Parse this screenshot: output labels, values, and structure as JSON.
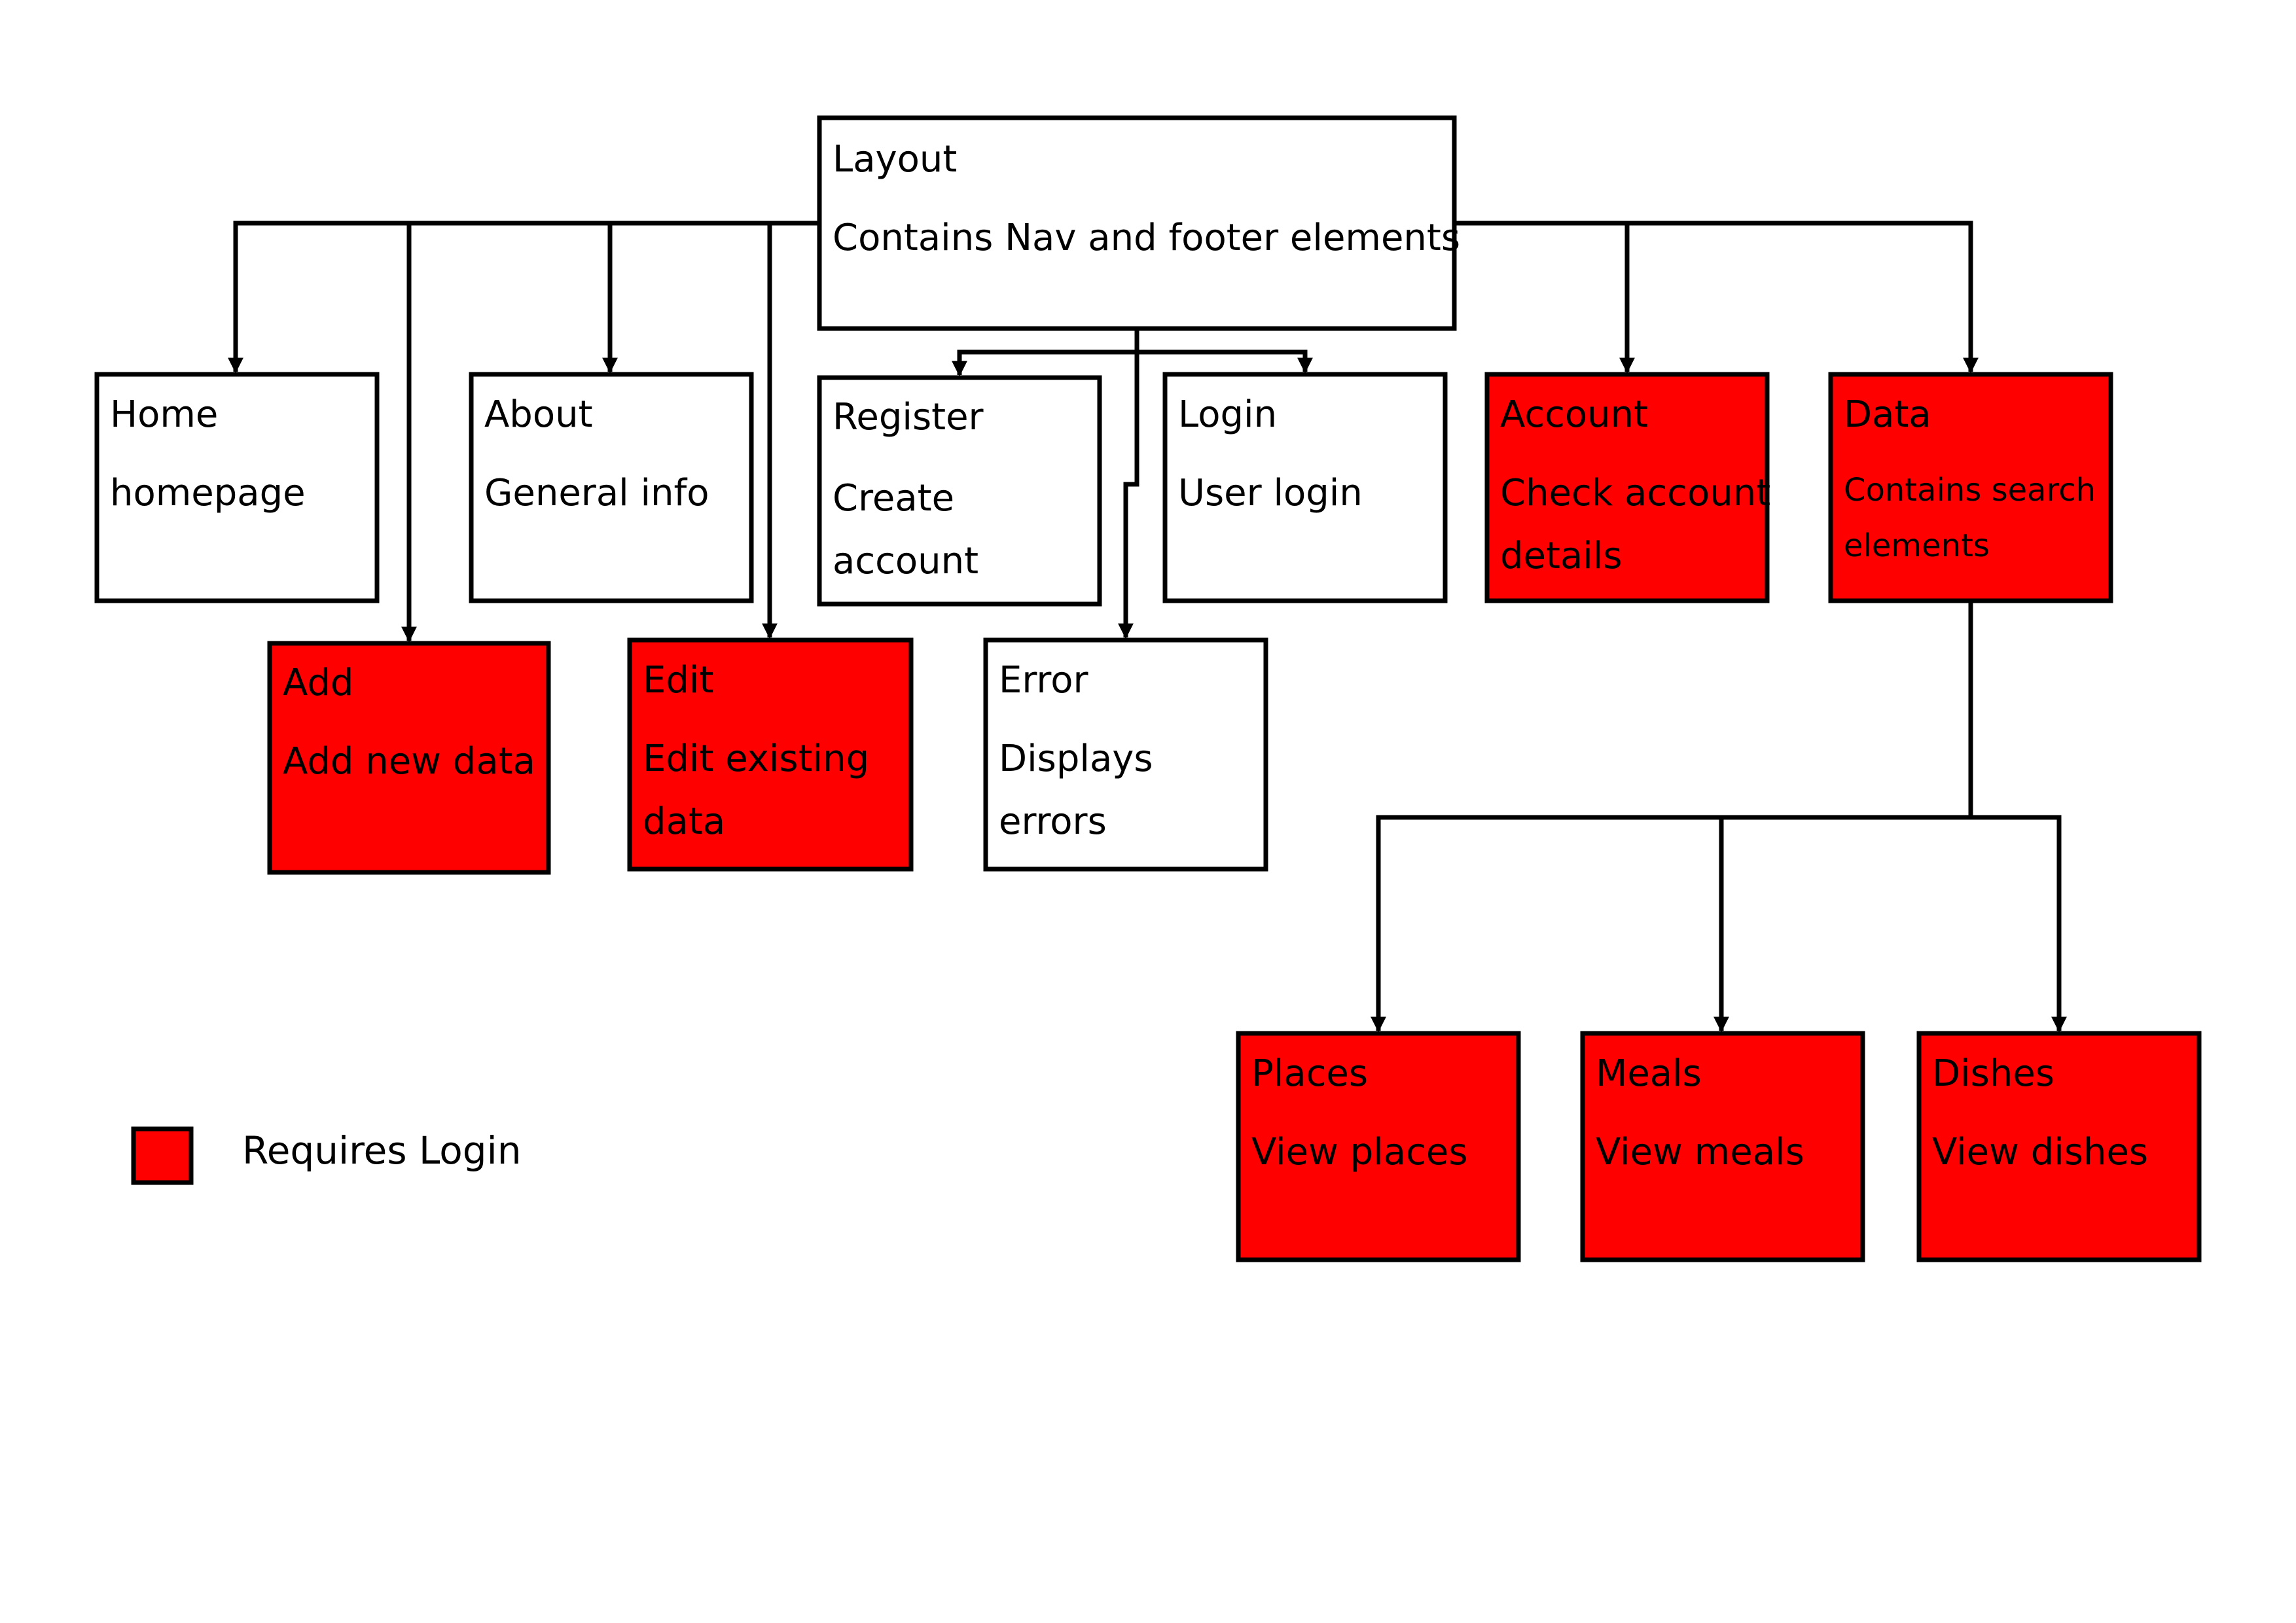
{
  "colors": {
    "requires_login": "#ff0000",
    "public": "#ffffff",
    "line": "#000000"
  },
  "nodes": {
    "layout": {
      "title": "Layout",
      "desc": [
        "Contains Nav and footer elements"
      ],
      "requires_login": false
    },
    "home": {
      "title": "Home",
      "desc": [
        "homepage"
      ],
      "requires_login": false
    },
    "about": {
      "title": "About",
      "desc": [
        "General info"
      ],
      "requires_login": false
    },
    "register": {
      "title": "Register",
      "desc": [
        "Create",
        "account"
      ],
      "requires_login": false
    },
    "login": {
      "title": "Login",
      "desc": [
        "User login"
      ],
      "requires_login": false
    },
    "account": {
      "title": "Account",
      "desc": [
        "Check account",
        "details"
      ],
      "requires_login": true
    },
    "data": {
      "title": "Data",
      "desc": [
        "Contains search",
        "elements"
      ],
      "requires_login": true
    },
    "add": {
      "title": "Add",
      "desc": [
        "Add new data"
      ],
      "requires_login": true
    },
    "edit": {
      "title": "Edit",
      "desc": [
        "Edit existing",
        "data"
      ],
      "requires_login": true
    },
    "error": {
      "title": "Error",
      "desc": [
        "Displays",
        "errors"
      ],
      "requires_login": false
    },
    "places": {
      "title": "Places",
      "desc": [
        "View places"
      ],
      "requires_login": true
    },
    "meals": {
      "title": "Meals",
      "desc": [
        "View meals"
      ],
      "requires_login": true
    },
    "dishes": {
      "title": "Dishes",
      "desc": [
        "View dishes"
      ],
      "requires_login": true
    }
  },
  "edges": [
    {
      "from": "layout",
      "to": "home"
    },
    {
      "from": "layout",
      "to": "add"
    },
    {
      "from": "layout",
      "to": "about"
    },
    {
      "from": "layout",
      "to": "edit"
    },
    {
      "from": "layout",
      "to": "register"
    },
    {
      "from": "layout",
      "to": "login"
    },
    {
      "from": "layout",
      "to": "error"
    },
    {
      "from": "layout",
      "to": "account"
    },
    {
      "from": "layout",
      "to": "data"
    },
    {
      "from": "data",
      "to": "places"
    },
    {
      "from": "data",
      "to": "meals"
    },
    {
      "from": "data",
      "to": "dishes"
    }
  ],
  "legend": {
    "label": "Requires Login"
  }
}
